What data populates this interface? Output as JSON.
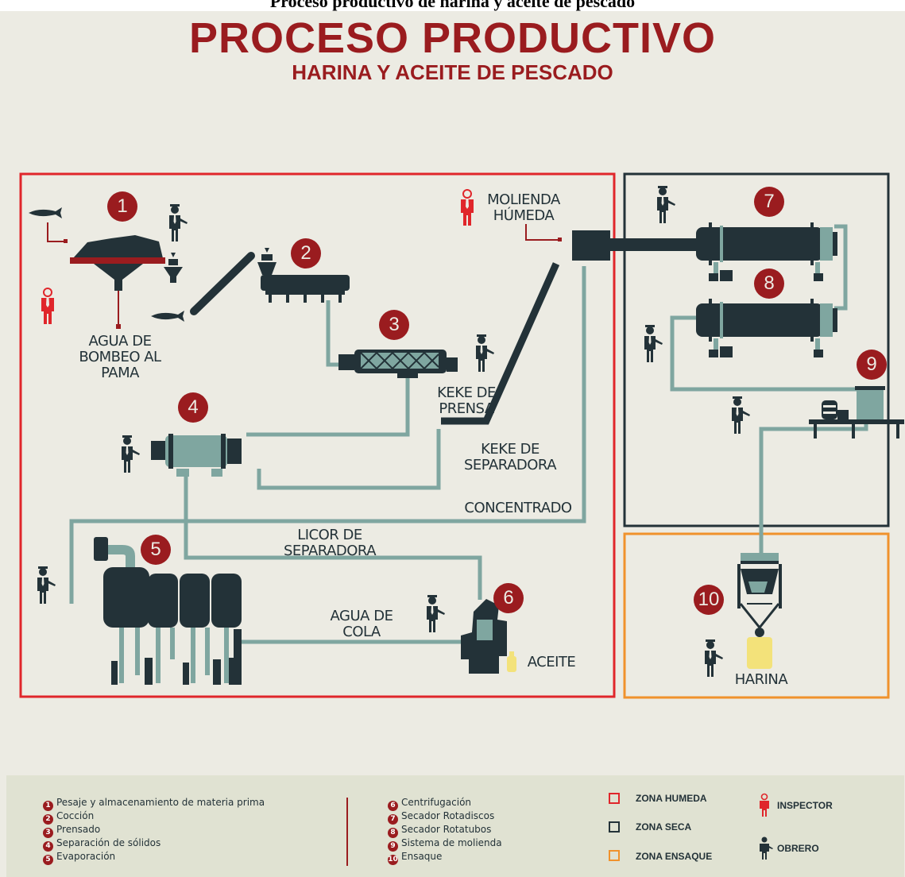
{
  "header": {
    "cut_text": "Proceso productivo de harina y aceite de pescado",
    "title": "PROCESO PRODUCTIVO",
    "subtitle": "HARINA Y ACEITE DE PESCADO"
  },
  "labels": {
    "agua_bombeo": [
      "AGUA DE",
      "BOMBEO AL",
      "PAMA"
    ],
    "molienda": [
      "MOLIENDA",
      "HÚMEDA"
    ],
    "keke_prensa": [
      "KEKE DE",
      "PRENSA"
    ],
    "keke_separadora": [
      "KEKE DE",
      "SEPARADORA"
    ],
    "concentrado": "CONCENTRADO",
    "licor": [
      "LICOR DE",
      "SEPARADORA"
    ],
    "agua_cola": [
      "AGUA DE",
      "COLA"
    ],
    "aceite": "ACEITE",
    "harina": "HARINA"
  },
  "steps": [
    "1",
    "2",
    "3",
    "4",
    "5",
    "6",
    "7",
    "8",
    "9",
    "10"
  ],
  "legend": {
    "items": [
      {
        "n": "1",
        "label": "Pesaje y almacenamiento de materia prima"
      },
      {
        "n": "2",
        "label": "Cocción"
      },
      {
        "n": "3",
        "label": "Prensado"
      },
      {
        "n": "4",
        "label": "Separación de sólidos"
      },
      {
        "n": "5",
        "label": "Evaporación"
      },
      {
        "n": "6",
        "label": "Centrifugación"
      },
      {
        "n": "7",
        "label": "Secador Rotadiscos"
      },
      {
        "n": "8",
        "label": "Secador Rotatubos"
      },
      {
        "n": "9",
        "label": "Sistema de molienda"
      },
      {
        "n": "10",
        "label": "Ensaque"
      }
    ],
    "zones": [
      {
        "label": "ZONA HUMEDA",
        "color": "#e0262b"
      },
      {
        "label": "ZONA SECA",
        "color": "#233238"
      },
      {
        "label": "ZONA ENSAQUE",
        "color": "#f0922c"
      }
    ],
    "roles": [
      {
        "label": "INSPECTOR",
        "color": "#e0262b"
      },
      {
        "label": "OBRERO",
        "color": "#233238"
      }
    ]
  },
  "colors": {
    "dark": "#233238",
    "teal": "#7fa6a0",
    "red": "#9a1c1f",
    "bright_red": "#e0262b",
    "orange": "#f0922c",
    "bag": "#f3e27a",
    "bg": "#ecebe3"
  }
}
